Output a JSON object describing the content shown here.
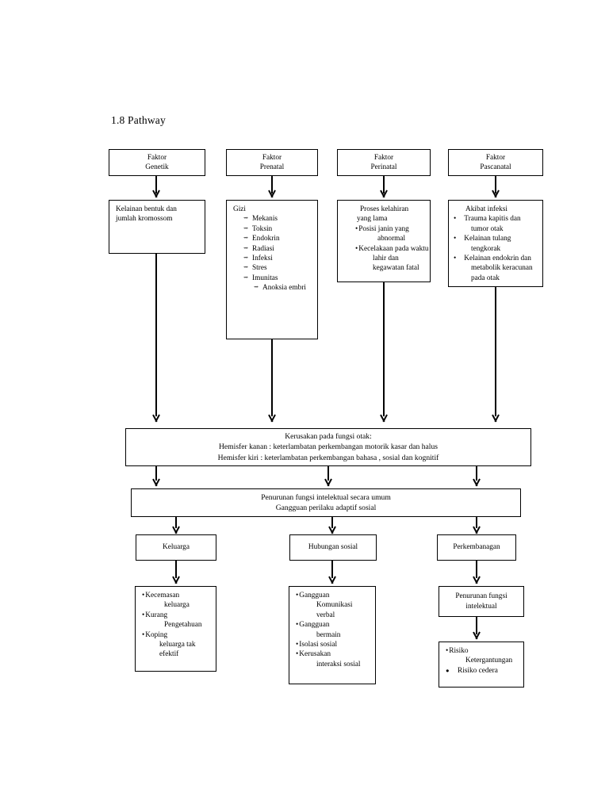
{
  "document": {
    "section_title": "1.8  Pathway"
  },
  "diagram": {
    "type": "flowchart",
    "factors": [
      {
        "id": "genetik",
        "line1": "Faktor",
        "line2": "Genetik"
      },
      {
        "id": "prenatal",
        "line1": "Faktor",
        "line2": "Prenatal"
      },
      {
        "id": "perinatal",
        "line1": "Faktor",
        "line2": "Perinatal"
      },
      {
        "id": "pascanatal",
        "line1": "Faktor",
        "line2": "Pascanatal"
      }
    ],
    "detail_genetik": {
      "lines": [
        "Kelainan bentuk dan",
        "jumlah kromossom"
      ]
    },
    "detail_prenatal": {
      "heading": "Gizi",
      "items": [
        "Mekanis",
        "Toksin",
        "Endokrin",
        "Radiasi",
        "Infeksi",
        "Stres",
        "Imunitas"
      ],
      "subitem": "Anoksia embri"
    },
    "detail_perinatal": {
      "lines": [
        "Proses kelahiran",
        "yang lama"
      ],
      "bullets": [
        {
          "text": "Posisi janin yang",
          "cont": [
            "abnormal"
          ]
        },
        {
          "text": "Kecelakaan pada waktu",
          "cont": [
            "lahir dan",
            "kegawatan fatal"
          ]
        }
      ]
    },
    "detail_pascanatal": {
      "heading": "Akibat infeksi",
      "bullets": [
        {
          "text": "Trauma kapitis dan",
          "cont": [
            "tumor otak"
          ]
        },
        {
          "text": "Kelainan tulang",
          "cont": [
            "tengkorak"
          ]
        },
        {
          "text": "Kelainan endokrin dan",
          "cont": [
            "metabolik keracunan",
            "pada otak"
          ]
        }
      ]
    },
    "kerusakan_otak": {
      "line1": "Kerusakan pada fungsi otak:",
      "line2": "Hemisfer kanan : keterlambatan perkembangan motorik kasar dan halus",
      "line3": "Hemisfer kiri : keterlambatan perkembangan bahasa , sosial dan kognitif"
    },
    "penurunan_umum": {
      "line1": "Penurunan fungsi intelektual secara umum",
      "line2": "Gangguan perilaku adaptif sosial"
    },
    "branches": [
      {
        "id": "keluarga",
        "label": "Keluarga"
      },
      {
        "id": "hubungan-sosial",
        "label": "Hubungan sosial"
      },
      {
        "id": "perkembangan",
        "label": "Perkembanagan"
      }
    ],
    "outcome_keluarga": {
      "bullets": [
        {
          "text": "Kecemasan",
          "cont": [
            "keluarga"
          ]
        },
        {
          "text": "Kurang",
          "cont": [
            "Pengetahuan"
          ]
        },
        {
          "text": "Koping",
          "cont": [
            "keluarga tak",
            "efektif"
          ]
        }
      ]
    },
    "outcome_sosial": {
      "bullets": [
        {
          "text": "Gangguan",
          "cont": [
            "Komunikasi",
            "verbal"
          ]
        },
        {
          "text": "Gangguan",
          "cont": [
            "bermain"
          ]
        },
        {
          "text": "Isolasi sosial",
          "cont": []
        },
        {
          "text": "Kerusakan",
          "cont": [
            "interaksi sosial"
          ]
        }
      ]
    },
    "penurunan_intelektual": {
      "line1": "Penurunan fungsi",
      "line2": "intelektual"
    },
    "outcome_risiko": {
      "bullet1": "Risiko",
      "bullet1_cont": "Ketergantungan",
      "bullet2": "Risiko cedera"
    }
  }
}
